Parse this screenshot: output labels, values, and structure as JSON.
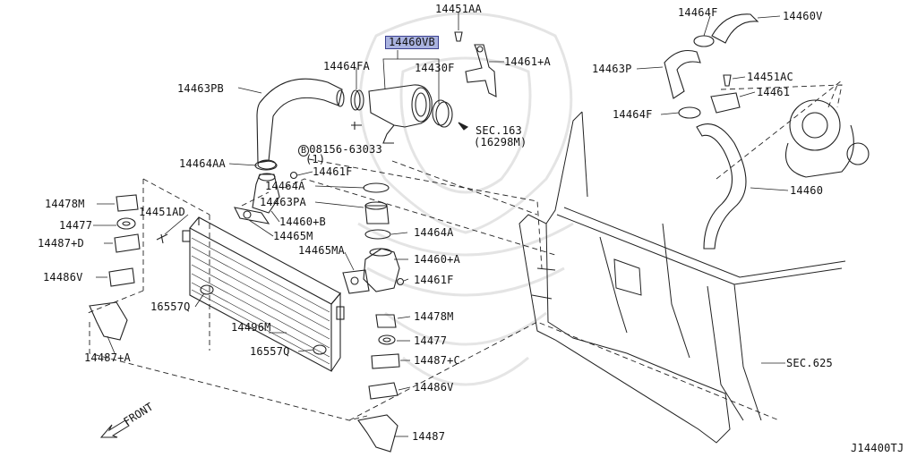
{
  "labels": {
    "p14451AA": "14451AA",
    "p14460VB": "14460VB",
    "p14461A_top": "14461+A",
    "p14464FA": "14464FA",
    "p14430F": "14430F",
    "p14463PB": "14463PB",
    "sec163_a": "SEC.163",
    "sec163_b": "(16298M)",
    "bolt_a": "08156-63033",
    "bolt_b": "(1)",
    "bolt_mark": "B",
    "p14464AA": "14464AA",
    "p14461F_a": "14461F",
    "p14464A_a": "14464A",
    "p14463PA": "14463PA",
    "p14460B": "14460+B",
    "p14465M": "14465M",
    "p14464A_b": "14464A",
    "p14465MA": "14465MA",
    "p14460A": "14460+A",
    "p14461F_b": "14461F",
    "p14478M_l": "14478M",
    "p14477_l": "14477",
    "p14451AD": "14451AD",
    "p14487D": "14487+D",
    "p14486V_l": "14486V",
    "p16557Q_a": "16557Q",
    "p14496M": "14496M",
    "p14487A": "14487+A",
    "p16557Q_b": "16557Q",
    "p14478M_r": "14478M",
    "p14477_r": "14477",
    "p14487C": "14487+C",
    "p14486V_r": "14486V",
    "p14487": "14487",
    "front": "FRONT",
    "p14464F_top": "14464F",
    "p14460V": "14460V",
    "p14463P": "14463P",
    "p14451AC": "14451AC",
    "p14461": "14461",
    "p14464F": "14464F",
    "p14460": "14460",
    "sec625": "SEC.625",
    "diagram_code": "J14400TJ"
  }
}
